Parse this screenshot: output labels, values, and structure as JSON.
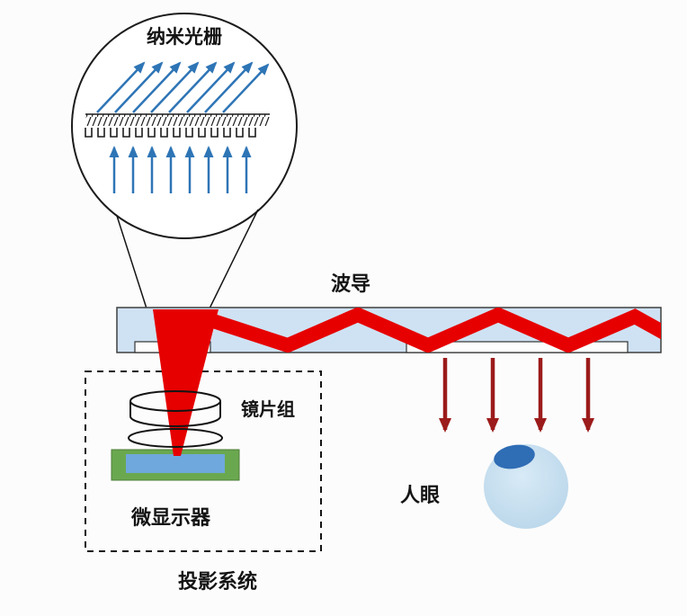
{
  "labels": {
    "nano_grating": "纳米光栅",
    "waveguide": "波导",
    "lens_group": "镜片组",
    "micro_display": "微显示器",
    "projection_system": "投影系统",
    "human_eye": "人眼"
  },
  "colors": {
    "background": "#fcfcfc",
    "beam_red": "#e60000",
    "out_arrow_red": "#9c1b1b",
    "blue_arrow": "#2e75b6",
    "waveguide_fill": "#cfe2f3",
    "display_green": "#6aa84f",
    "display_screen_blue": "#6fa8dc",
    "eye_fill": "#b9d6ea",
    "iris_blue": "#2f6db5"
  }
}
